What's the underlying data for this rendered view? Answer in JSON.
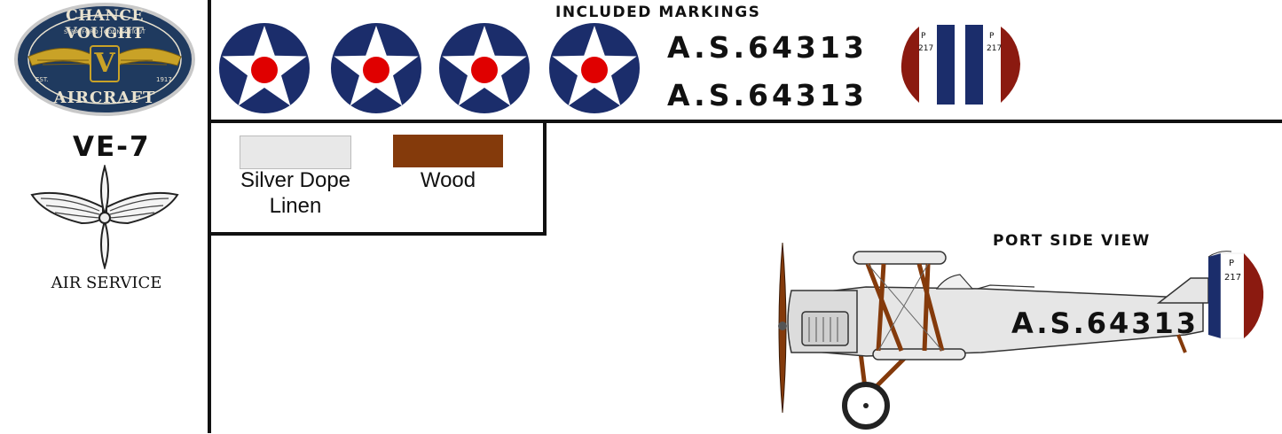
{
  "logo": {
    "top_text": "CHANCE VOUGHT",
    "sub_text": "STRATFORD · CONNECTICUT",
    "est_left": "EST.",
    "est_right": "1917",
    "bottom_text": "AIRCRAFT",
    "monogram": "V",
    "colors": {
      "navy": "#1f3a5f",
      "gold": "#c9a227",
      "cream": "#e9e2cf"
    }
  },
  "model": "VE-7",
  "insignia": {
    "icon": "winged-propeller-icon",
    "caption": "AIR SERVICE"
  },
  "markings": {
    "title": "INCLUDED MARKINGS",
    "roundel_count": 4,
    "roundel_colors": {
      "blue": "#1b2d6b",
      "white": "#ffffff",
      "red": "#e00000"
    },
    "serials": [
      "A.S.64313",
      "A.S.64313"
    ],
    "tail": {
      "code_letter": "P",
      "code_number": "217",
      "colors": [
        "#8b1a10",
        "#ffffff",
        "#1b2d6b"
      ]
    }
  },
  "paint_legend": [
    {
      "label_line1": "Silver Dope",
      "label_line2": "Linen",
      "color": "#e8e8e8"
    },
    {
      "label_line1": "Wood",
      "label_line2": "",
      "color": "#843a0b"
    }
  ],
  "profile": {
    "title": "PORT SIDE VIEW",
    "serial": "A.S.64313",
    "tail_code_letter": "P",
    "tail_code_number": "217"
  }
}
